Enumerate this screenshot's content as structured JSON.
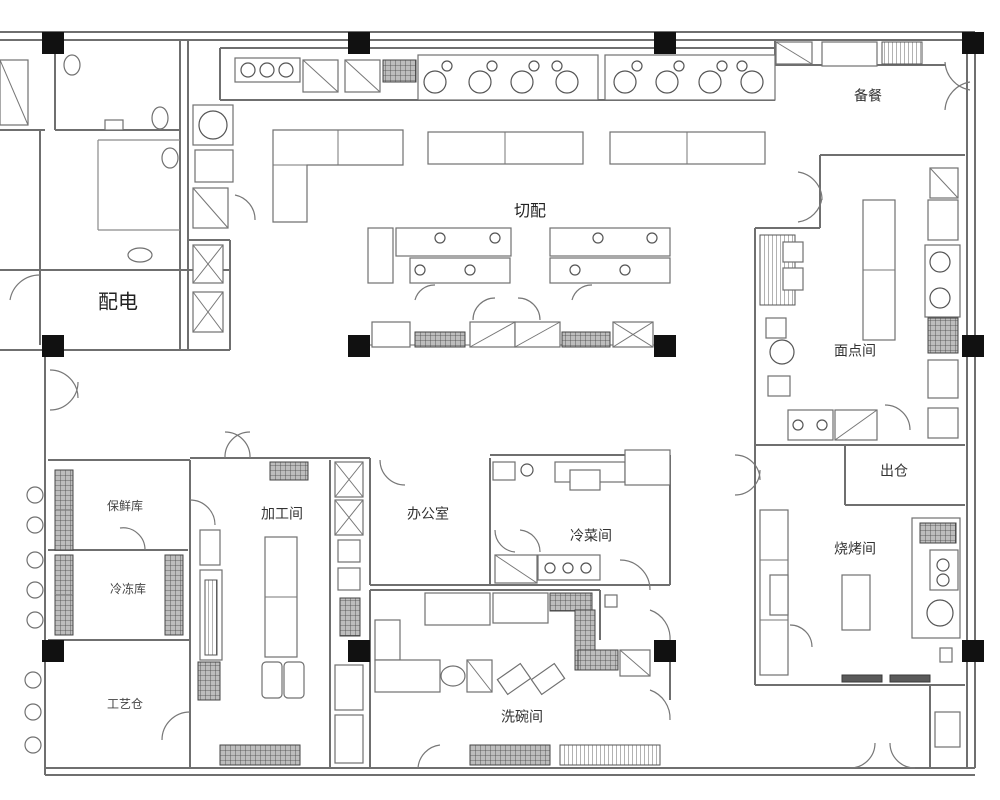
{
  "plan": {
    "rooms": {
      "beican": "备餐",
      "qiepei": "切配",
      "peidian": "配电",
      "miandianjian": "面点间",
      "chucang": "出仓",
      "shaokaojian": "烧烤间",
      "baoxianku": "保鲜库",
      "lengdongku": "冷冻库",
      "jiagongjian": "加工间",
      "bangongshi": "办公室",
      "lengcaijian": "冷菜间",
      "gongyicang": "工艺仓",
      "xiwanjian": "洗碗间"
    }
  },
  "colors": {
    "wall": "#6f6f6f",
    "column": "#111111",
    "hatch": "#444444",
    "background": "#ffffff"
  }
}
